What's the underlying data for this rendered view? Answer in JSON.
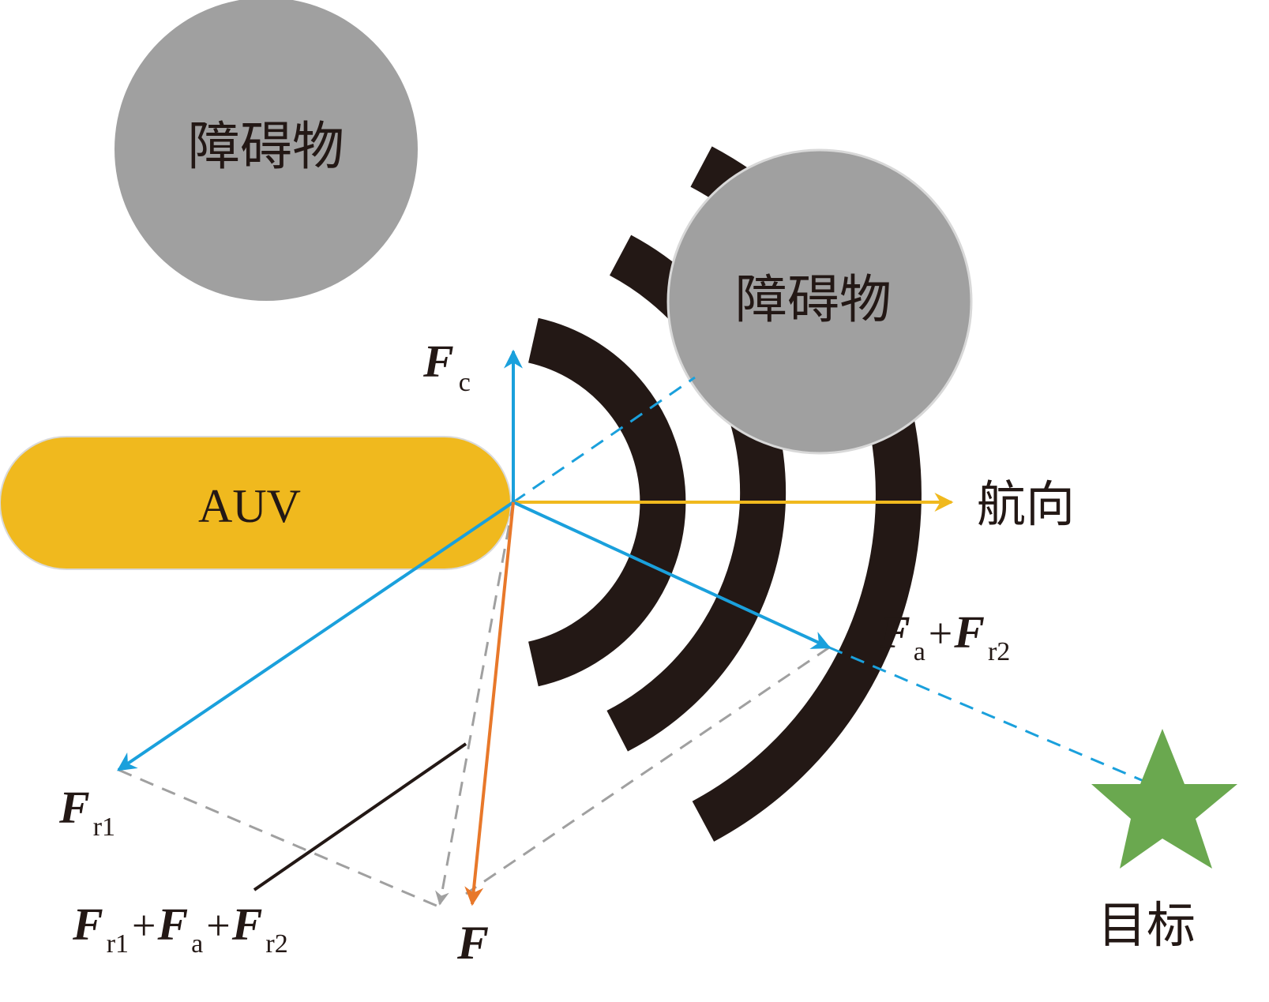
{
  "obstacles": [
    {
      "label": "障碍物"
    },
    {
      "label": "障碍物"
    }
  ],
  "auv": {
    "label": "AUV"
  },
  "heading": {
    "label": "航向"
  },
  "target": {
    "label": "目标"
  },
  "forces": {
    "fc": {
      "main": "F",
      "sub": "c"
    },
    "fr1": {
      "main": "F",
      "sub": "r1"
    },
    "fa_fr2": {
      "main1": "F",
      "sub1": "a",
      "op": "+",
      "main2": "F",
      "sub2": "r2"
    },
    "sum": {
      "main1": "F",
      "sub1": "r1",
      "op1": "+",
      "main2": "F",
      "sub2": "a",
      "op2": "+",
      "main3": "F",
      "sub3": "r2"
    },
    "f": {
      "main": "F"
    }
  },
  "colors": {
    "obstacle_fill": "#a0a0a0",
    "auv_fill": "#f0b91e",
    "heading_arrow": "#f0b91e",
    "force_blue": "#1aa0dc",
    "resultant_orange": "#e8782a",
    "dashed_gray": "#a0a0a0",
    "wave_black": "#231815",
    "target_green": "#6aa84f"
  }
}
